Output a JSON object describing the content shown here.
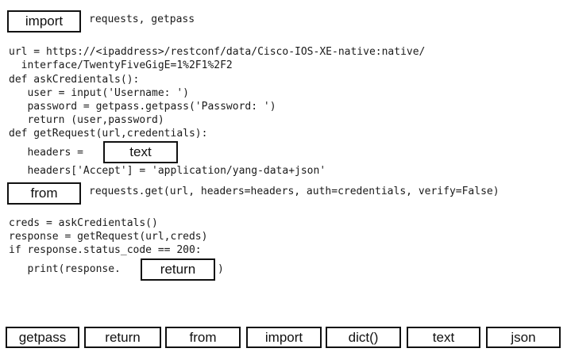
{
  "code": {
    "line1_rest": "requests, getpass",
    "line2": "url = https://<ipaddress>/restconf/data/Cisco-IOS-XE-native:native/",
    "line3": "  interface/TwentyFiveGigE=1%2F1%2F2",
    "line4": "def askCredientals():",
    "line5": "   user = input('Username: ')",
    "line6": "   password = getpass.getpass('Password: ')",
    "line7": "   return (user,password)",
    "line8": "def getRequest(url,credentials):",
    "line9_prefix": "   headers =",
    "line10": "   headers['Accept'] = 'application/yang-data+json'",
    "line11_rest": "requests.get(url, headers=headers, auth=credentials, verify=False)",
    "line12": "creds = askCredientals()",
    "line13": "response = getRequest(url,creds)",
    "line14": "if response.status_code == 200:",
    "line15_prefix": "   print(response.",
    "line15_suffix": ")"
  },
  "slots": {
    "slot1": "import",
    "slot2": "text",
    "slot3": "from",
    "slot4": "return"
  },
  "options": [
    "getpass",
    "return",
    "from",
    "import",
    "dict()",
    "text",
    "json"
  ]
}
